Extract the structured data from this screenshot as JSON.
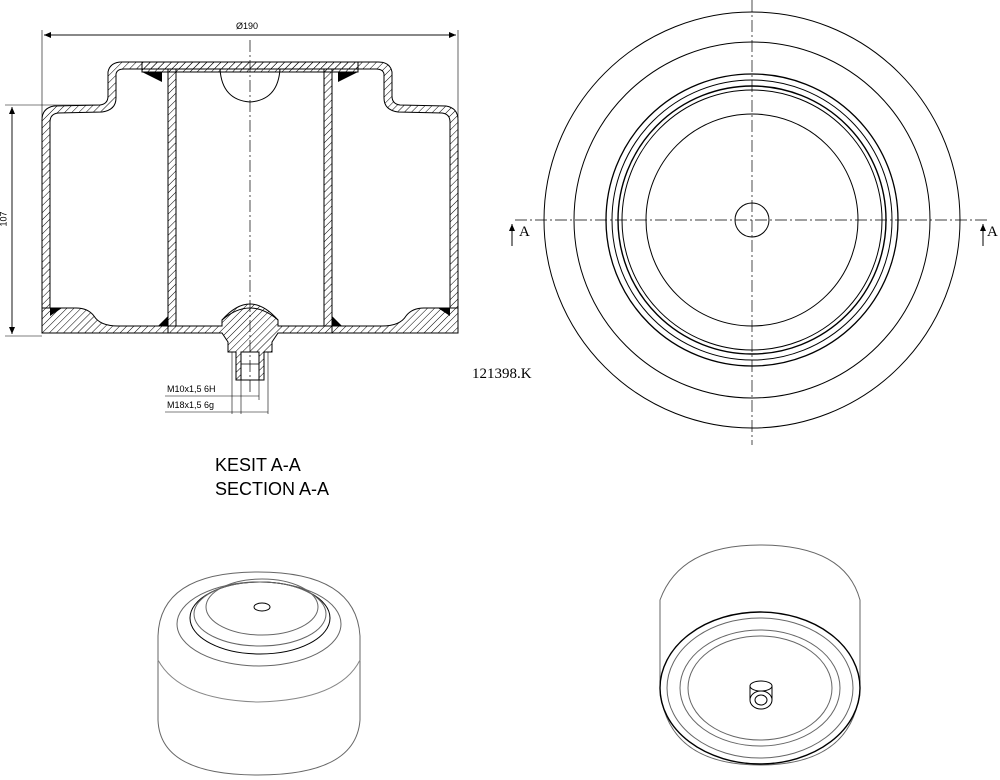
{
  "dimensions": {
    "diameter": "Ø190",
    "height": "107",
    "thread_internal": "M10x1,5 6H",
    "thread_external": "M18x1,5 6g"
  },
  "drawing_code": "121398.K",
  "section_marker": "A",
  "captions": {
    "line1": "KESIT A-A",
    "line2": "SECTION A-A"
  }
}
